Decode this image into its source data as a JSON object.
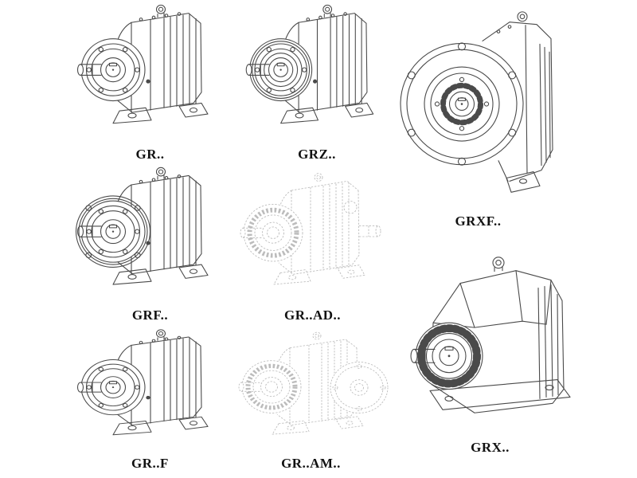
{
  "page": {
    "colors": {
      "background": "#ffffff",
      "line": "#4a4a4a",
      "ghost-line": "#bcbcbc",
      "label": "#111111"
    }
  },
  "products": [
    {
      "id": "gr",
      "label": "GR.."
    },
    {
      "id": "grz",
      "label": "GRZ.."
    },
    {
      "id": "grxf",
      "label": "GRXF.."
    },
    {
      "id": "grf",
      "label": "GRF.."
    },
    {
      "id": "gr-ad",
      "label": "GR..AD.."
    },
    {
      "id": "gr-f",
      "label": "GR..F"
    },
    {
      "id": "gr-am",
      "label": "GR..AM.."
    },
    {
      "id": "grx",
      "label": "GRX.."
    }
  ]
}
